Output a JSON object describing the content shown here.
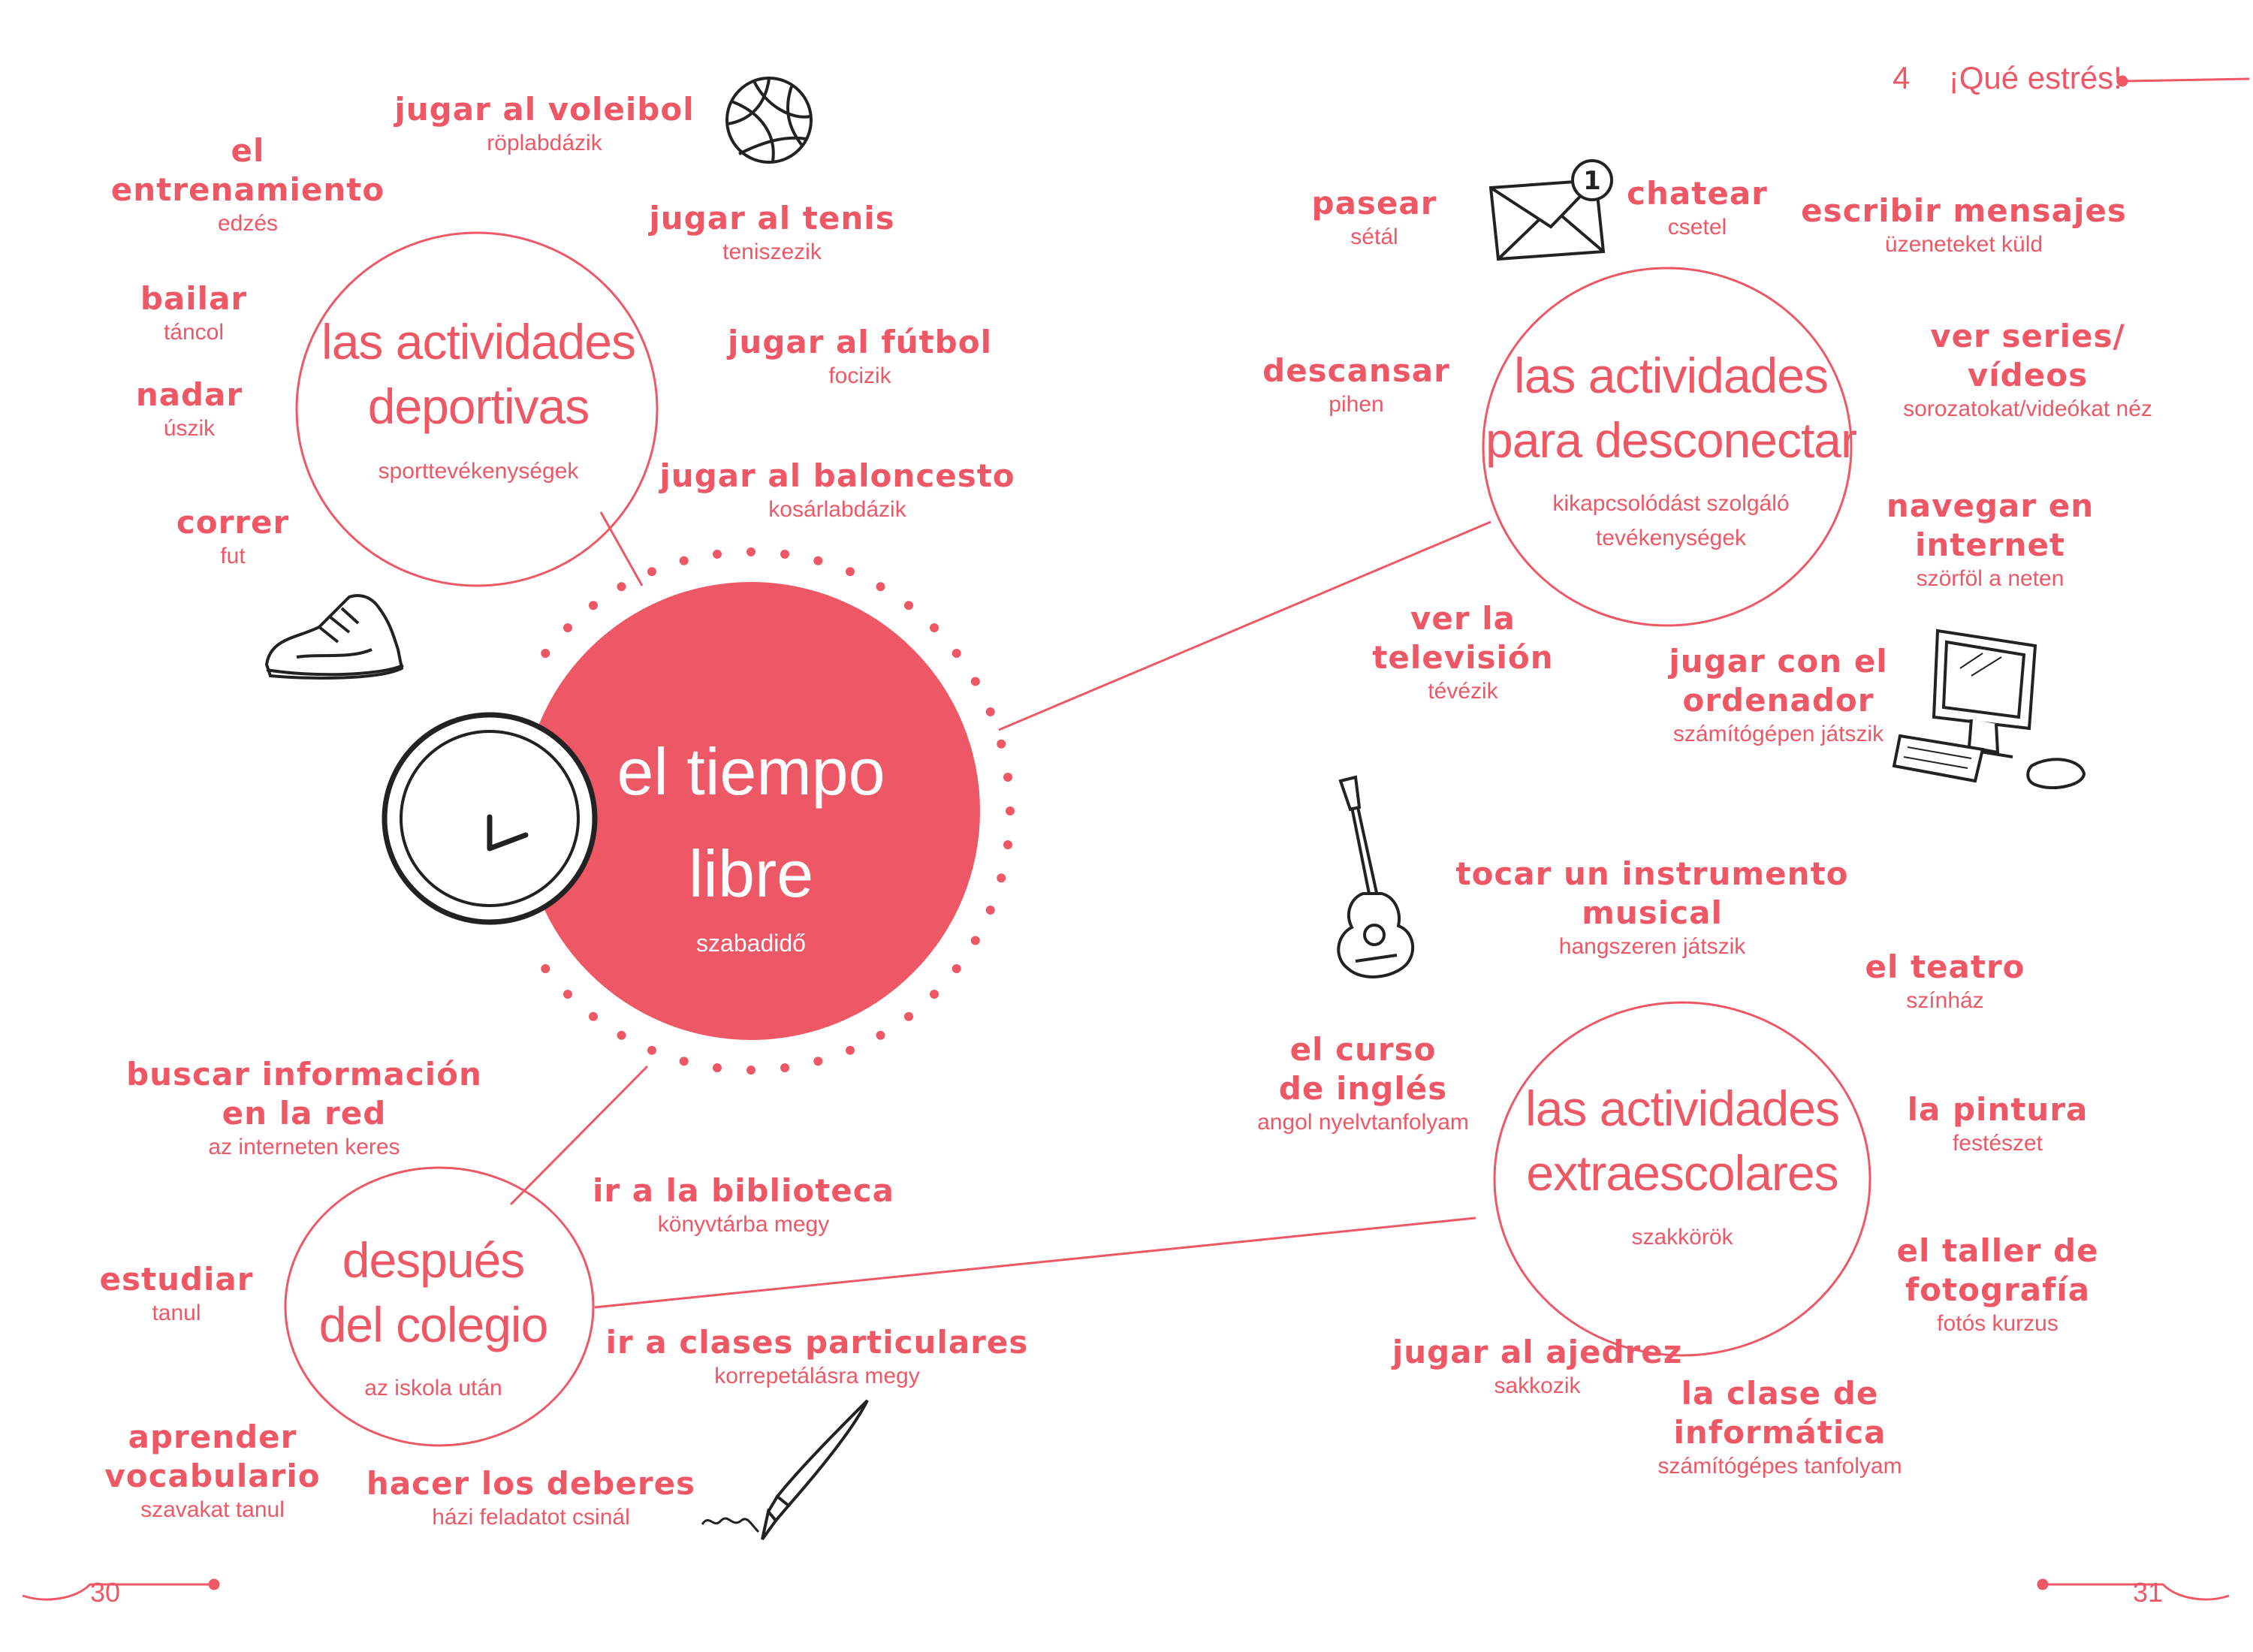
{
  "header": {
    "chapter_number": "4",
    "chapter_title": "¡Qué estrés!"
  },
  "page_numbers": {
    "left": "30",
    "right": "31"
  },
  "center": {
    "title_line1": "el tiempo",
    "title_line2": "libre",
    "subtitle": "szabadidő"
  },
  "categories": {
    "deportivas": {
      "title_line1": "las actividades",
      "title_line2": "deportivas",
      "subtitle": "sporttevékenységek"
    },
    "desconectar": {
      "title_line1": "las actividades",
      "title_line2": "para desconectar",
      "subtitle_line1": "kikapcsolódást szolgáló",
      "subtitle_line2": "tevékenységek"
    },
    "colegio": {
      "title_line1": "después",
      "title_line2": "del colegio",
      "subtitle": "az iskola után"
    },
    "extraescolares": {
      "title_line1": "las actividades",
      "title_line2": "extraescolares",
      "subtitle": "szakkörök"
    }
  },
  "terms": [
    {
      "es": [
        "el",
        "entrenamiento"
      ],
      "hu": "edzés"
    },
    {
      "es": [
        "jugar al voleibol"
      ],
      "hu": "röplabdázik"
    },
    {
      "es": [
        "jugar al tenis"
      ],
      "hu": "teniszezik"
    },
    {
      "es": [
        "bailar"
      ],
      "hu": "táncol"
    },
    {
      "es": [
        "nadar"
      ],
      "hu": "úszik"
    },
    {
      "es": [
        "jugar al fútbol"
      ],
      "hu": "focizik"
    },
    {
      "es": [
        "jugar al baloncesto"
      ],
      "hu": "kosárlabdázik"
    },
    {
      "es": [
        "correr"
      ],
      "hu": "fut"
    },
    {
      "es": [
        "pasear"
      ],
      "hu": "sétál"
    },
    {
      "es": [
        "chatear"
      ],
      "hu": "csetel"
    },
    {
      "es": [
        "escribir mensajes"
      ],
      "hu": "üzeneteket küld"
    },
    {
      "es": [
        "descansar"
      ],
      "hu": "pihen"
    },
    {
      "es": [
        "ver series/",
        "vídeos"
      ],
      "hu": "sorozatokat/videókat néz"
    },
    {
      "es": [
        "navegar en",
        "internet"
      ],
      "hu": "szörföl a neten"
    },
    {
      "es": [
        "ver la",
        "televisión"
      ],
      "hu": "tévézik"
    },
    {
      "es": [
        "jugar con el",
        "ordenador"
      ],
      "hu": "számítógépen játszik"
    },
    {
      "es": [
        "tocar un instrumento",
        "musical"
      ],
      "hu": "hangszeren játszik"
    },
    {
      "es": [
        "el teatro"
      ],
      "hu": "színház"
    },
    {
      "es": [
        "el curso",
        "de inglés"
      ],
      "hu": "angol nyelvtanfolyam"
    },
    {
      "es": [
        "la pintura"
      ],
      "hu": "festészet"
    },
    {
      "es": [
        "el taller de",
        "fotografía"
      ],
      "hu": "fotós kurzus"
    },
    {
      "es": [
        "jugar al ajedrez"
      ],
      "hu": "sakkozik"
    },
    {
      "es": [
        "la clase de",
        "informática"
      ],
      "hu": "számítógépes tanfolyam"
    },
    {
      "es": [
        "buscar información",
        "en la red"
      ],
      "hu": "az interneten keres"
    },
    {
      "es": [
        "ir a la biblioteca"
      ],
      "hu": "könyvtárba megy"
    },
    {
      "es": [
        "estudiar"
      ],
      "hu": "tanul"
    },
    {
      "es": [
        "ir a clases particulares"
      ],
      "hu": "korrepetálásra megy"
    },
    {
      "es": [
        "aprender",
        "vocabulario"
      ],
      "hu": "szavakat tanul"
    },
    {
      "es": [
        "hacer los deberes"
      ],
      "hu": "házi feladatot csinál"
    }
  ],
  "icons": [
    "volleyball-icon",
    "sneaker-icon",
    "clock-icon",
    "envelope-icon",
    "computer-icon",
    "guitar-icon",
    "fountain-pen-icon"
  ],
  "colors": {
    "accent": "#ee5866",
    "ink": "#222222",
    "background": "#ffffff"
  }
}
